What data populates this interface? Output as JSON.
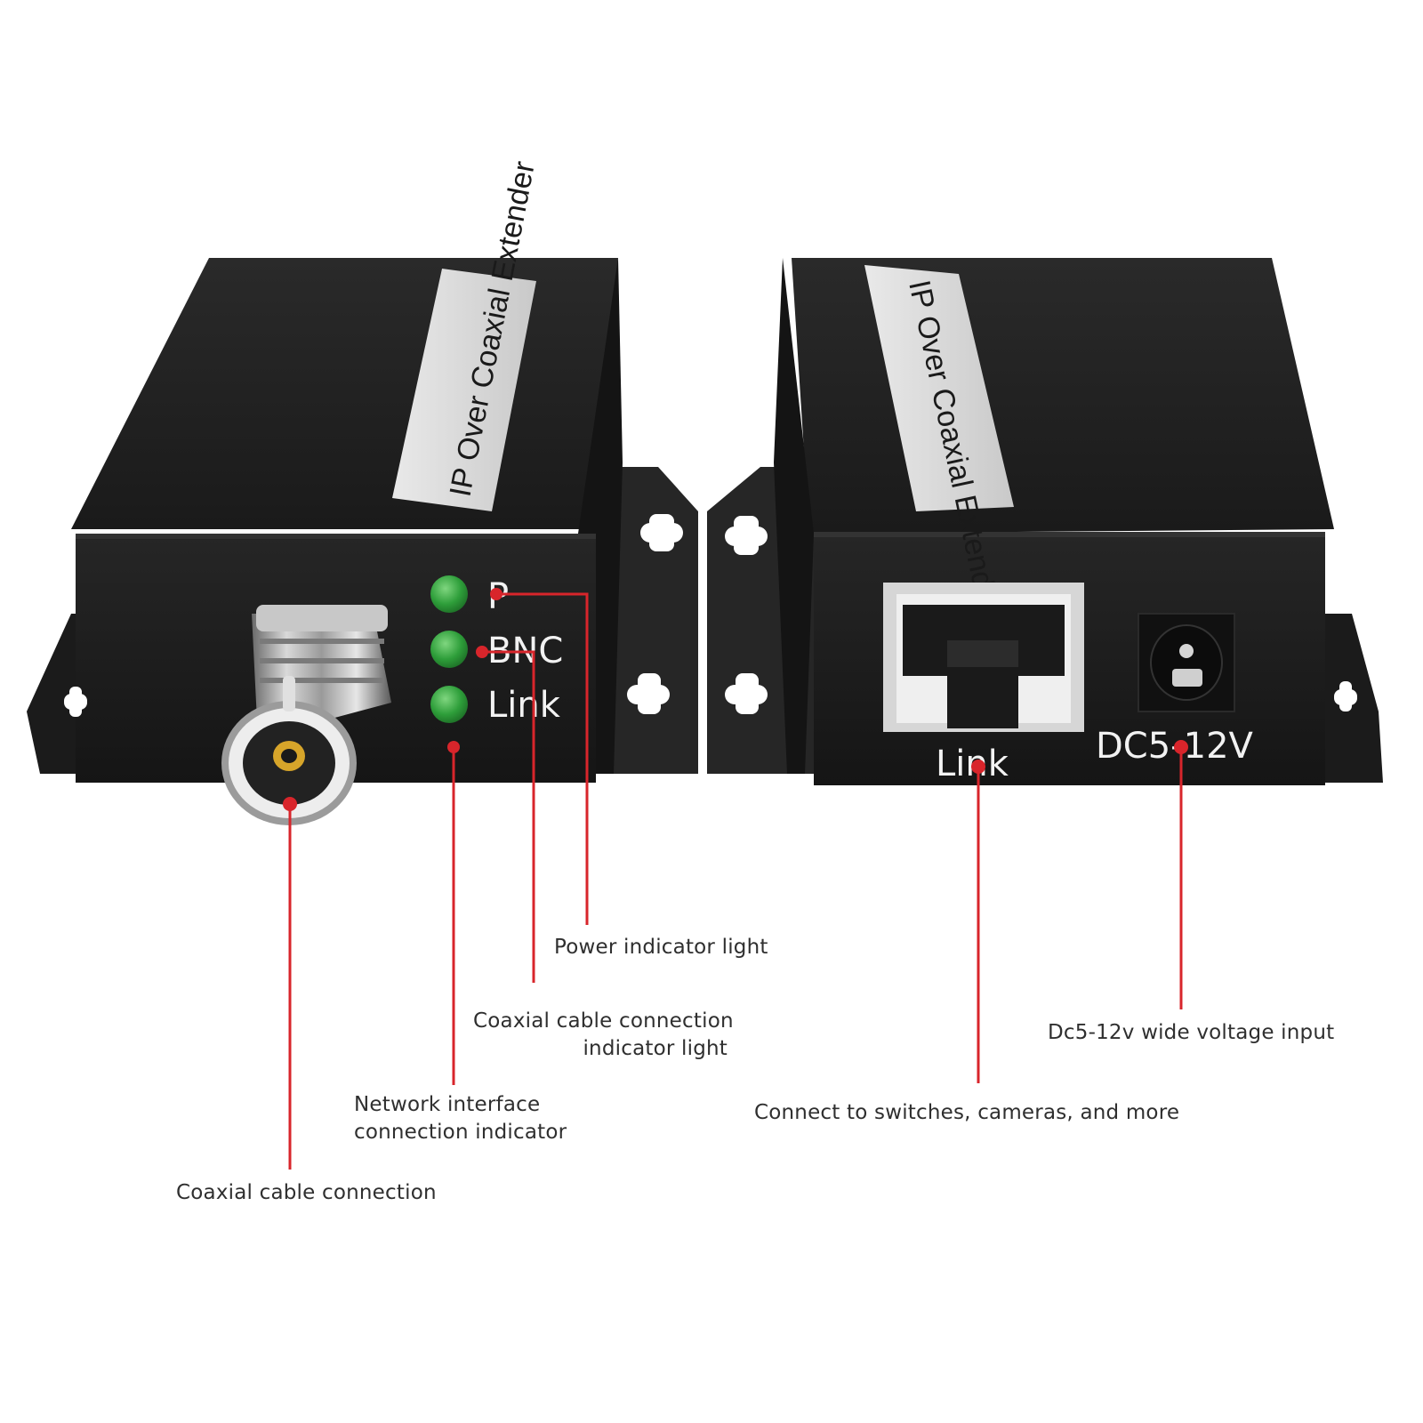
{
  "devices": {
    "left": {
      "sticker_text": "IP Over Coaxial Extender",
      "leds": [
        {
          "label": "P",
          "color": "#2e9e3a"
        },
        {
          "label": "BNC",
          "color": "#2e9e3a"
        },
        {
          "label": "Link",
          "color": "#2e9e3a"
        }
      ]
    },
    "right": {
      "sticker_text": "IP Over Coaxial Extender",
      "port_label": "Link",
      "power_label": "DC5-12V"
    }
  },
  "callouts": {
    "power_indicator": "Power indicator light",
    "coax_indicator": [
      "Coaxial cable connection",
      "indicator light"
    ],
    "network_indicator": [
      "Network interface",
      "connection indicator"
    ],
    "coax_connection": "Coaxial cable connection",
    "voltage_input": "Dc5-12v wide voltage input",
    "connect_switches": "Connect to switches, cameras, and more"
  },
  "colors": {
    "callout_line": "#d8252b",
    "device_body": "#1e1e1e",
    "led_green": "#2e9e3a"
  }
}
